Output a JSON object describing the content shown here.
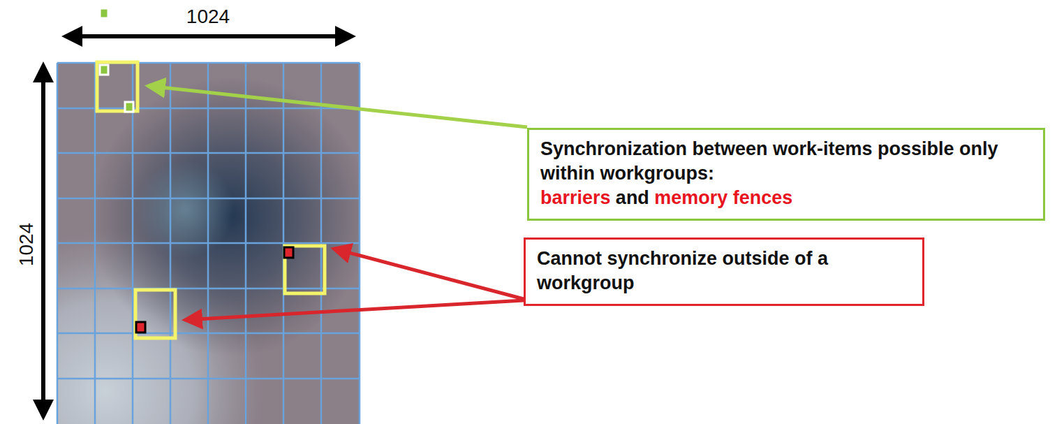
{
  "diagram": {
    "nodes": [
      {
        "text": [
          "Synchronization between work-items possible only within workgroups:",
          "barriers",
          "and",
          "memory fences"
        ]
      },
      {
        "text": [
          "Cannot synchronize outside of a workgroup"
        ]
      }
    ],
    "labels": [
      "1024",
      "1024"
    ]
  }
}
